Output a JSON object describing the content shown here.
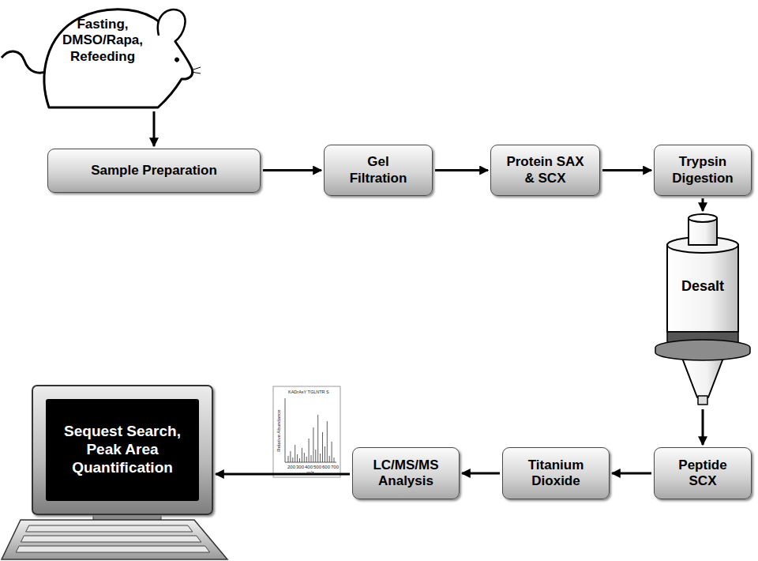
{
  "diagram": {
    "nodes": [
      {
        "text": [
          "Fasting, DMSO/Rapa, Refeeding"
        ]
      },
      {
        "text": [
          "Sample Preparation"
        ]
      },
      {
        "text": [
          "Gel Filtration"
        ]
      },
      {
        "text": [
          "Protein SAX & SCX"
        ]
      },
      {
        "text": [
          "Trypsin Digestion"
        ]
      },
      {
        "text": [
          "Desalt"
        ]
      },
      {
        "text": [
          "Peptide SCX"
        ]
      },
      {
        "text": [
          "Titanium Dioxide"
        ]
      },
      {
        "text": [
          "LC/MS/MS Analysis"
        ]
      },
      {
        "text": [
          "Sequest Search, Peak Area Quantification"
        ]
      }
    ],
    "edges": [
      {
        "from": 0,
        "to": 1,
        "arrow": "to"
      },
      {
        "from": 1,
        "to": 2,
        "arrow": "to"
      },
      {
        "from": 2,
        "to": 3,
        "arrow": "to"
      },
      {
        "from": 3,
        "to": 4,
        "arrow": "to"
      },
      {
        "from": 4,
        "to": 5,
        "arrow": "to"
      },
      {
        "from": 5,
        "to": 6,
        "arrow": "to"
      },
      {
        "from": 6,
        "to": 7,
        "arrow": "to"
      },
      {
        "from": 7,
        "to": 8,
        "arrow": "to"
      },
      {
        "from": 8,
        "to": 9,
        "arrow": "to"
      }
    ],
    "labels": [
      "KADrAsY TGLNTR S",
      "Relative Abundance",
      "m/z",
      "200",
      "300",
      "400",
      "500",
      "600",
      "700"
    ]
  }
}
